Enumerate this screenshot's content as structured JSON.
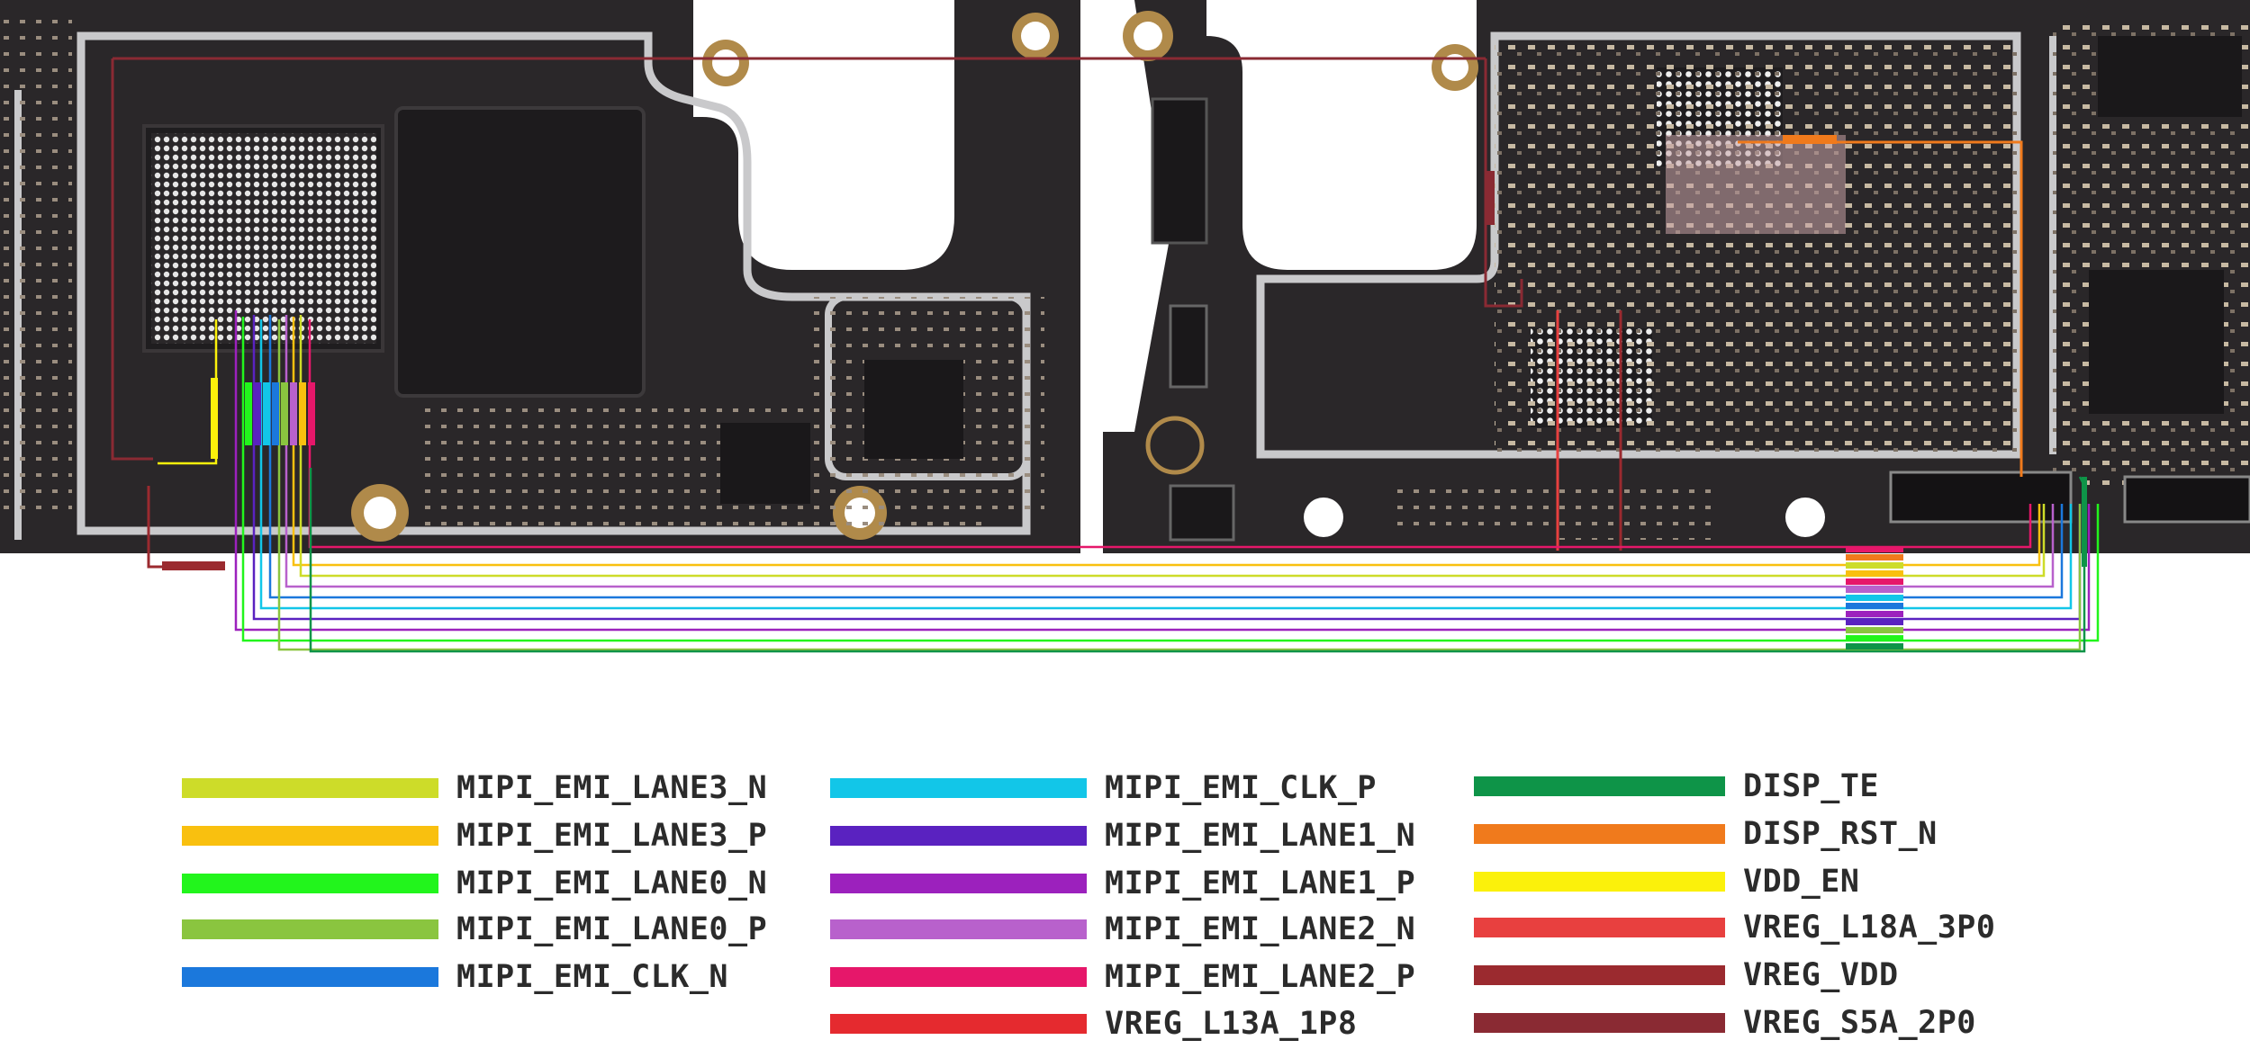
{
  "legend": {
    "columns": [
      [
        {
          "label": "MIPI_EMI_LANE3_N",
          "color": "#cddc29"
        },
        {
          "label": "MIPI_EMI_LANE3_P",
          "color": "#f9c00f"
        },
        {
          "label": "MIPI_EMI_LANE0_N",
          "color": "#22f51c"
        },
        {
          "label": "MIPI_EMI_LANE0_P",
          "color": "#8ac53f"
        },
        {
          "label": "MIPI_EMI_CLK_N",
          "color": "#1b78dc"
        }
      ],
      [
        {
          "label": "MIPI_EMI_CLK_P",
          "color": "#12c6e8"
        },
        {
          "label": "MIPI_EMI_LANE1_N",
          "color": "#5a22c0"
        },
        {
          "label": "MIPI_EMI_LANE1_P",
          "color": "#9c21bd"
        },
        {
          "label": "MIPI_EMI_LANE2_N",
          "color": "#b861cc"
        },
        {
          "label": "MIPI_EMI_LANE2_P",
          "color": "#e6176a"
        },
        {
          "label": "VREG_L13A_1P8",
          "color": "#e52a2f"
        }
      ],
      [
        {
          "label": "DISP_TE",
          "color": "#0e9448"
        },
        {
          "label": "DISP_RST_N",
          "color": "#f07a1c"
        },
        {
          "label": "VDD_EN",
          "color": "#fbf10b"
        },
        {
          "label": "VREG_L18A_3P0",
          "color": "#e8403f"
        },
        {
          "label": "VREG_VDD",
          "color": "#9b2a2f"
        },
        {
          "label": "VREG_S5A_2P0",
          "color": "#8a2a33"
        }
      ]
    ]
  },
  "board": {
    "pcb_color": "#2a2729",
    "frame_color": "#c9c9cb",
    "copper_color": "#b08a4a"
  }
}
